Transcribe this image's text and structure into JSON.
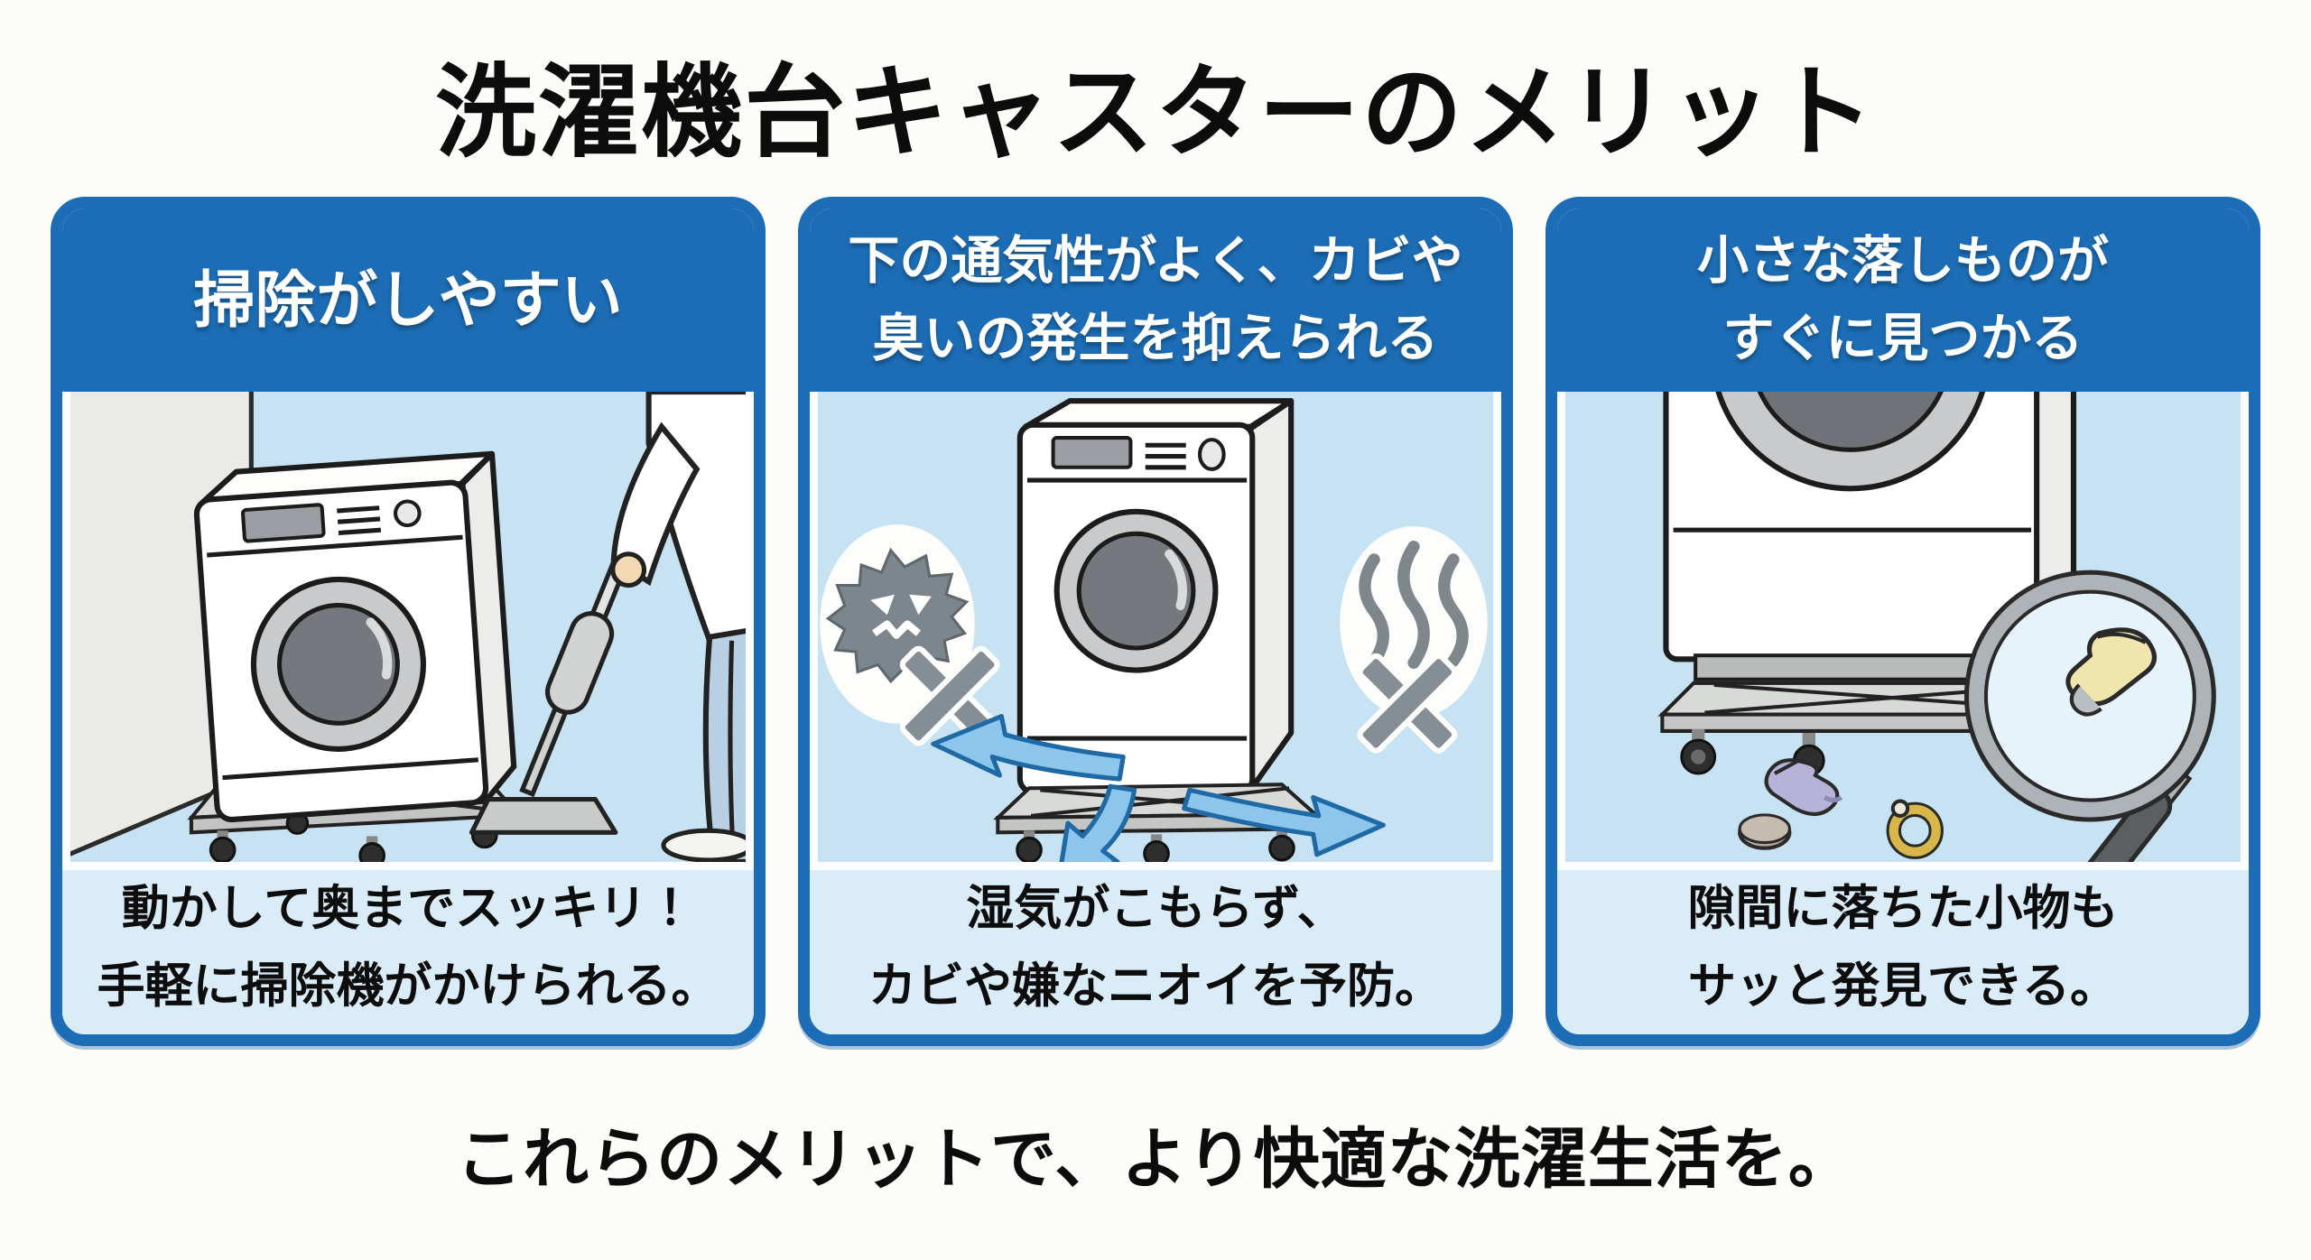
{
  "title": "洗濯機台キャスターのメリット",
  "panels": [
    {
      "header_line1": "掃除がしやすい",
      "header_line2": "",
      "caption_line1": "動かして奥までスッキリ！",
      "caption_line2": "手軽に掃除機がかけられる。",
      "illustration": "washing-machine-on-casters-with-stick-vacuum"
    },
    {
      "header_line1": "下の通気性がよく、カビや",
      "header_line2": "臭いの発生を抑えられる",
      "caption_line1": "湿気がこもらず、",
      "caption_line2": "カビや嫌なニオイを予防。",
      "illustration": "airflow-under-machine-no-mold-no-odor"
    },
    {
      "header_line1": "小さな落しものが",
      "header_line2": "すぐに見つかる",
      "caption_line1": "隙間に落ちた小物も",
      "caption_line2": "サッと発見できる。",
      "illustration": "small-items-under-machine-with-magnifier"
    }
  ],
  "footer": {
    "tagline": "これらのメリットで、より快適な洗濯生活を。"
  },
  "icons": {
    "mold": "spiky-germ-with-angry-face",
    "odor": "three-wavy-steam-lines",
    "prohibit": "x-mark",
    "airflow": "curved-blue-arrows",
    "magnifier": "magnifying-glass-with-sock",
    "vacuum": "stick-vacuum-cleaner"
  },
  "colors": {
    "accent_blue": "#1c6db5",
    "header_text": "#ffffff",
    "caption_bg": "#d9ecf8",
    "illustration_bg": "#c7e3f3",
    "wall_gray": "#eaeae7",
    "page_bg": "#fcfcf9",
    "text_black": "#111111",
    "arrow_blue": "#8cc6ec",
    "gold_ring": "#d9b64a",
    "lavender_sock": "#b7b2d8",
    "yellow_sock": "#f0e5ac"
  }
}
